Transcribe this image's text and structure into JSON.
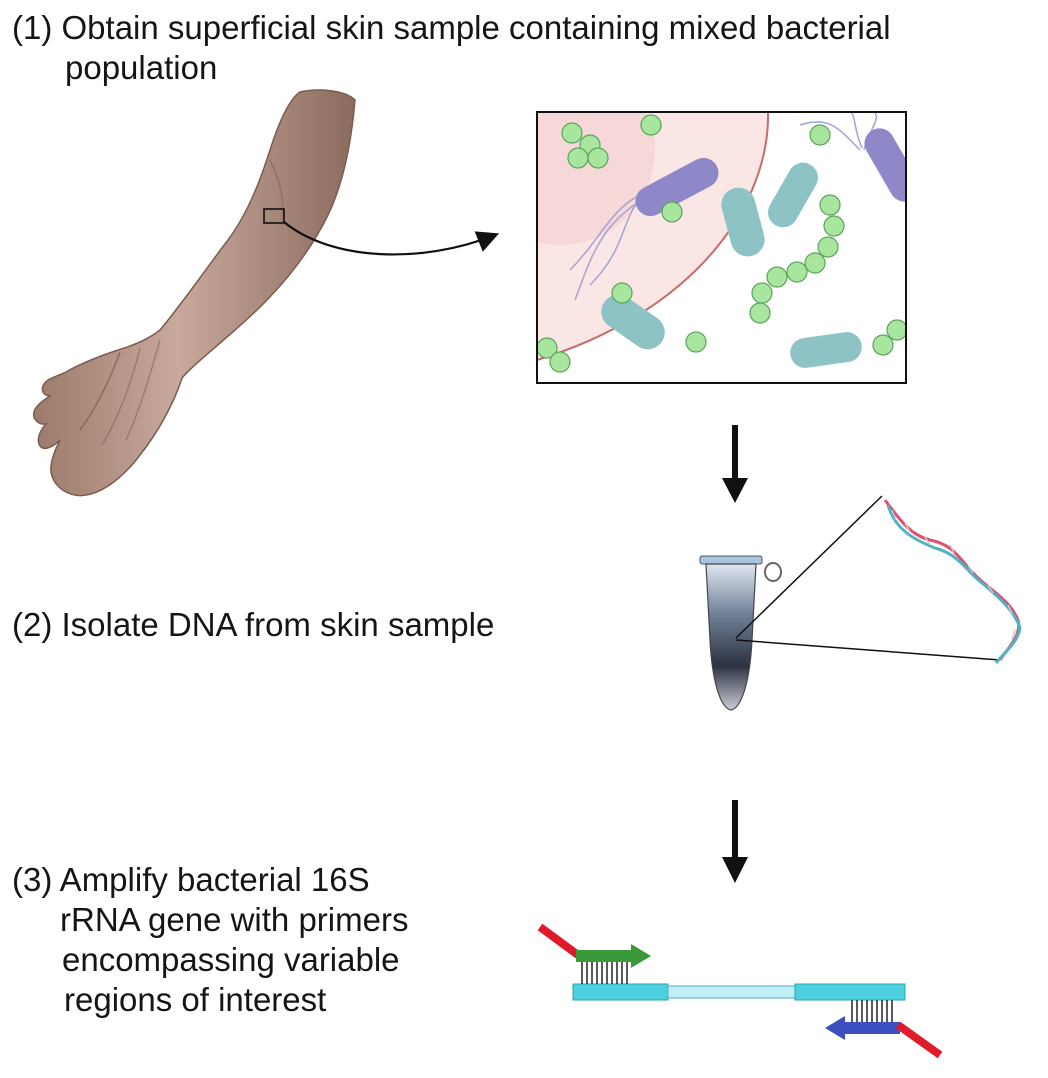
{
  "steps": [
    {
      "lines": [
        "(1) Obtain superficial skin sample containing mixed bacterial",
        "population"
      ]
    },
    {
      "lines": [
        "(2) Isolate DNA from skin sample"
      ]
    },
    {
      "lines": [
        "(3) Amplify bacterial 16S",
        "rRNA gene with primers",
        "encompassing variable",
        "regions of interest"
      ]
    }
  ],
  "colors": {
    "skin": "#b8978a",
    "skin_dark": "#8a6a5e",
    "cell_region": "#fbe6e6",
    "cell_edge": "#c96a6a",
    "coccus": "#a8e6a0",
    "rod_teal": "#8ec3c6",
    "rod_purple": "#8e88c8",
    "dna_red": "#e0506a",
    "dna_teal": "#4fb3c8",
    "gene_cyan": "#4ecfe0",
    "gene_light": "#bff0f5",
    "primer_green": "#3a9a3a",
    "primer_blue": "#3a4fc0",
    "primer_tail": "#e01a2a"
  }
}
